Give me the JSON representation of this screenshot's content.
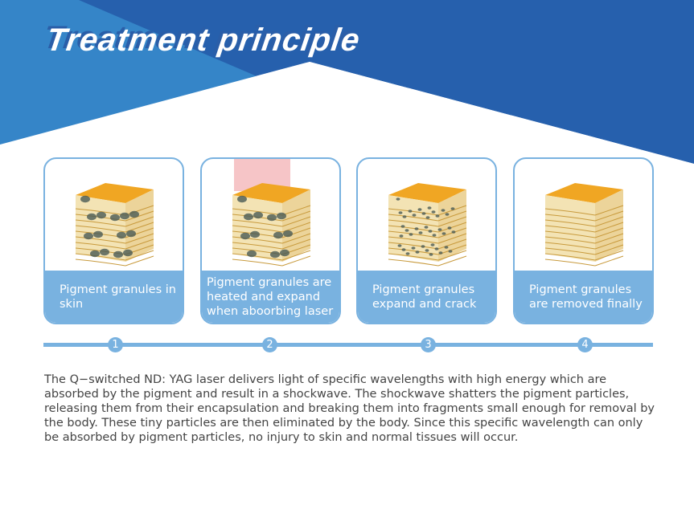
{
  "title": "Treatment principle",
  "colors": {
    "dark_blue": "#2660ad",
    "light_blue": "#3585c8",
    "card_blue": "#79b2e0"
  },
  "steps": [
    {
      "number": "1",
      "caption": "Pigment granules in skin"
    },
    {
      "number": "2",
      "caption": "Pigment granules are heated and expand when aboorbing laser"
    },
    {
      "number": "3",
      "caption": "Pigment granules expand and crack"
    },
    {
      "number": "4",
      "caption": "Pigment granules are removed finally"
    }
  ],
  "description": "The Q−switched ND: YAG laser delivers light of specific wavelengths with high energy which are absorbed by the pigment and result in a shockwave. The shockwave shatters the pigment particles, releasing them from their encapsulation and breaking them into fragments small enough for removal by the body. These tiny particles are then eliminated by the body. Since this specific wavelength can only be absorbed by pigment particles, no injury to skin and normal tissues will occur."
}
